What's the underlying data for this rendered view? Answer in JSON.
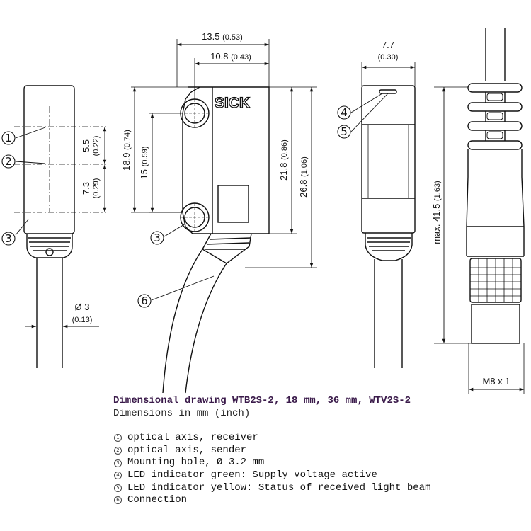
{
  "figure": {
    "title": "Dimensional drawing WTB2S-2, 18 mm, 36 mm, WTV2S-2",
    "subtitle": "Dimensions in mm (inch)",
    "brand": "SICK",
    "colors": {
      "line": "#111111",
      "title": "#3a1a4a"
    }
  },
  "dimensions": {
    "width_overall": "13.5",
    "width_overall_in": "(0.53)",
    "width_inner": "10.8",
    "width_inner_in": "(0.43)",
    "width_side": "7.7",
    "width_side_in": "(0.30)",
    "axis_offset": "5.5",
    "axis_offset_in": "(0.22)",
    "hole_offset": "7.3",
    "hole_offset_in": "(0.29)",
    "hole_spacing_outer": "18.9",
    "hole_spacing_outer_in": "(0.74)",
    "hole_spacing_inner": "15",
    "hole_spacing_inner_in": "(0.59)",
    "height_body": "21.8",
    "height_body_in": "(0.86)",
    "height_total": "26.8",
    "height_total_in": "(1.06)",
    "cable_dia": "Ø 3",
    "cable_dia_in": "(0.13)",
    "max_length": "max. 41.5",
    "max_length_in": "(1.63)",
    "thread": "M8 x 1"
  },
  "callouts": [
    "1",
    "2",
    "3",
    "3",
    "4",
    "5",
    "6"
  ],
  "legend": [
    {
      "num": "1",
      "text": "optical axis, receiver"
    },
    {
      "num": "2",
      "text": "optical axis, sender"
    },
    {
      "num": "3",
      "text": "Mounting hole, Ø 3.2 mm"
    },
    {
      "num": "4",
      "text": "LED indicator green: Supply voltage active"
    },
    {
      "num": "5",
      "text": "LED indicator yellow: Status of received light beam"
    },
    {
      "num": "6",
      "text": "Connection"
    }
  ]
}
